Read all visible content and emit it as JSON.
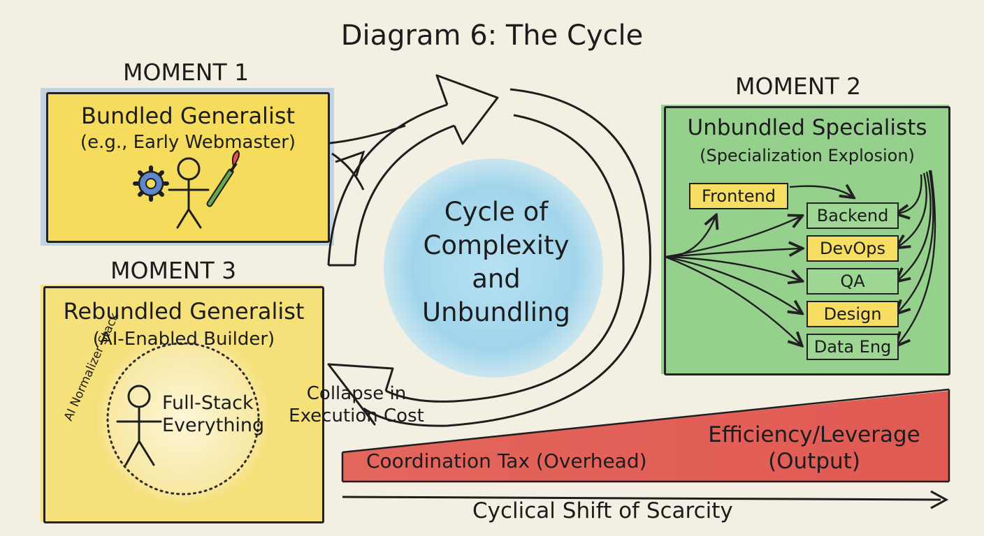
{
  "title": "Diagram 6: The Cycle",
  "center": {
    "lines": [
      "Cycle of",
      "Complexity",
      "and",
      "Unbundling"
    ]
  },
  "moment1": {
    "label": "MOMENT 1",
    "title": "Bundled Generalist",
    "subtitle": "(e.g., Early Webmaster)"
  },
  "moment2": {
    "label": "MOMENT 2",
    "title": "Unbundled Specialists",
    "subtitle": "(Specialization Explosion)",
    "roles": [
      "Frontend",
      "Backend",
      "DevOps",
      "QA",
      "Design",
      "Data Eng"
    ]
  },
  "moment3": {
    "label": "MOMENT 3",
    "title": "Rebundled Generalist",
    "subtitle": "(AI-Enabled Builder)",
    "ring_label": "AI Normalizer Stack",
    "figure_lines": [
      "Full-Stack",
      "Everything"
    ]
  },
  "collapse": {
    "lines": [
      "Collapse in",
      "Execution Cost"
    ]
  },
  "tradeoff": {
    "left_label": "Coordination Tax (Overhead)",
    "right_lines": [
      "Efficiency/Leverage",
      "(Output)"
    ]
  },
  "axis": {
    "label": "Cyclical Shift of Scarcity"
  },
  "colors": {
    "background": "#f3efe2",
    "moment1_fill": "#f5dc5c",
    "moment1_edge": "#8fb0d8",
    "moment2_fill": "#8fcf88",
    "moment3_fill": "#f5e07a",
    "center_fill": "#a9d9ee",
    "tradeoff_fill": "#e2524c",
    "role_yellow": "#f6de63",
    "role_green": "#9ed693"
  },
  "icons": [
    "gear-icon",
    "stick-figure-icon",
    "paintbrush-icon"
  ]
}
